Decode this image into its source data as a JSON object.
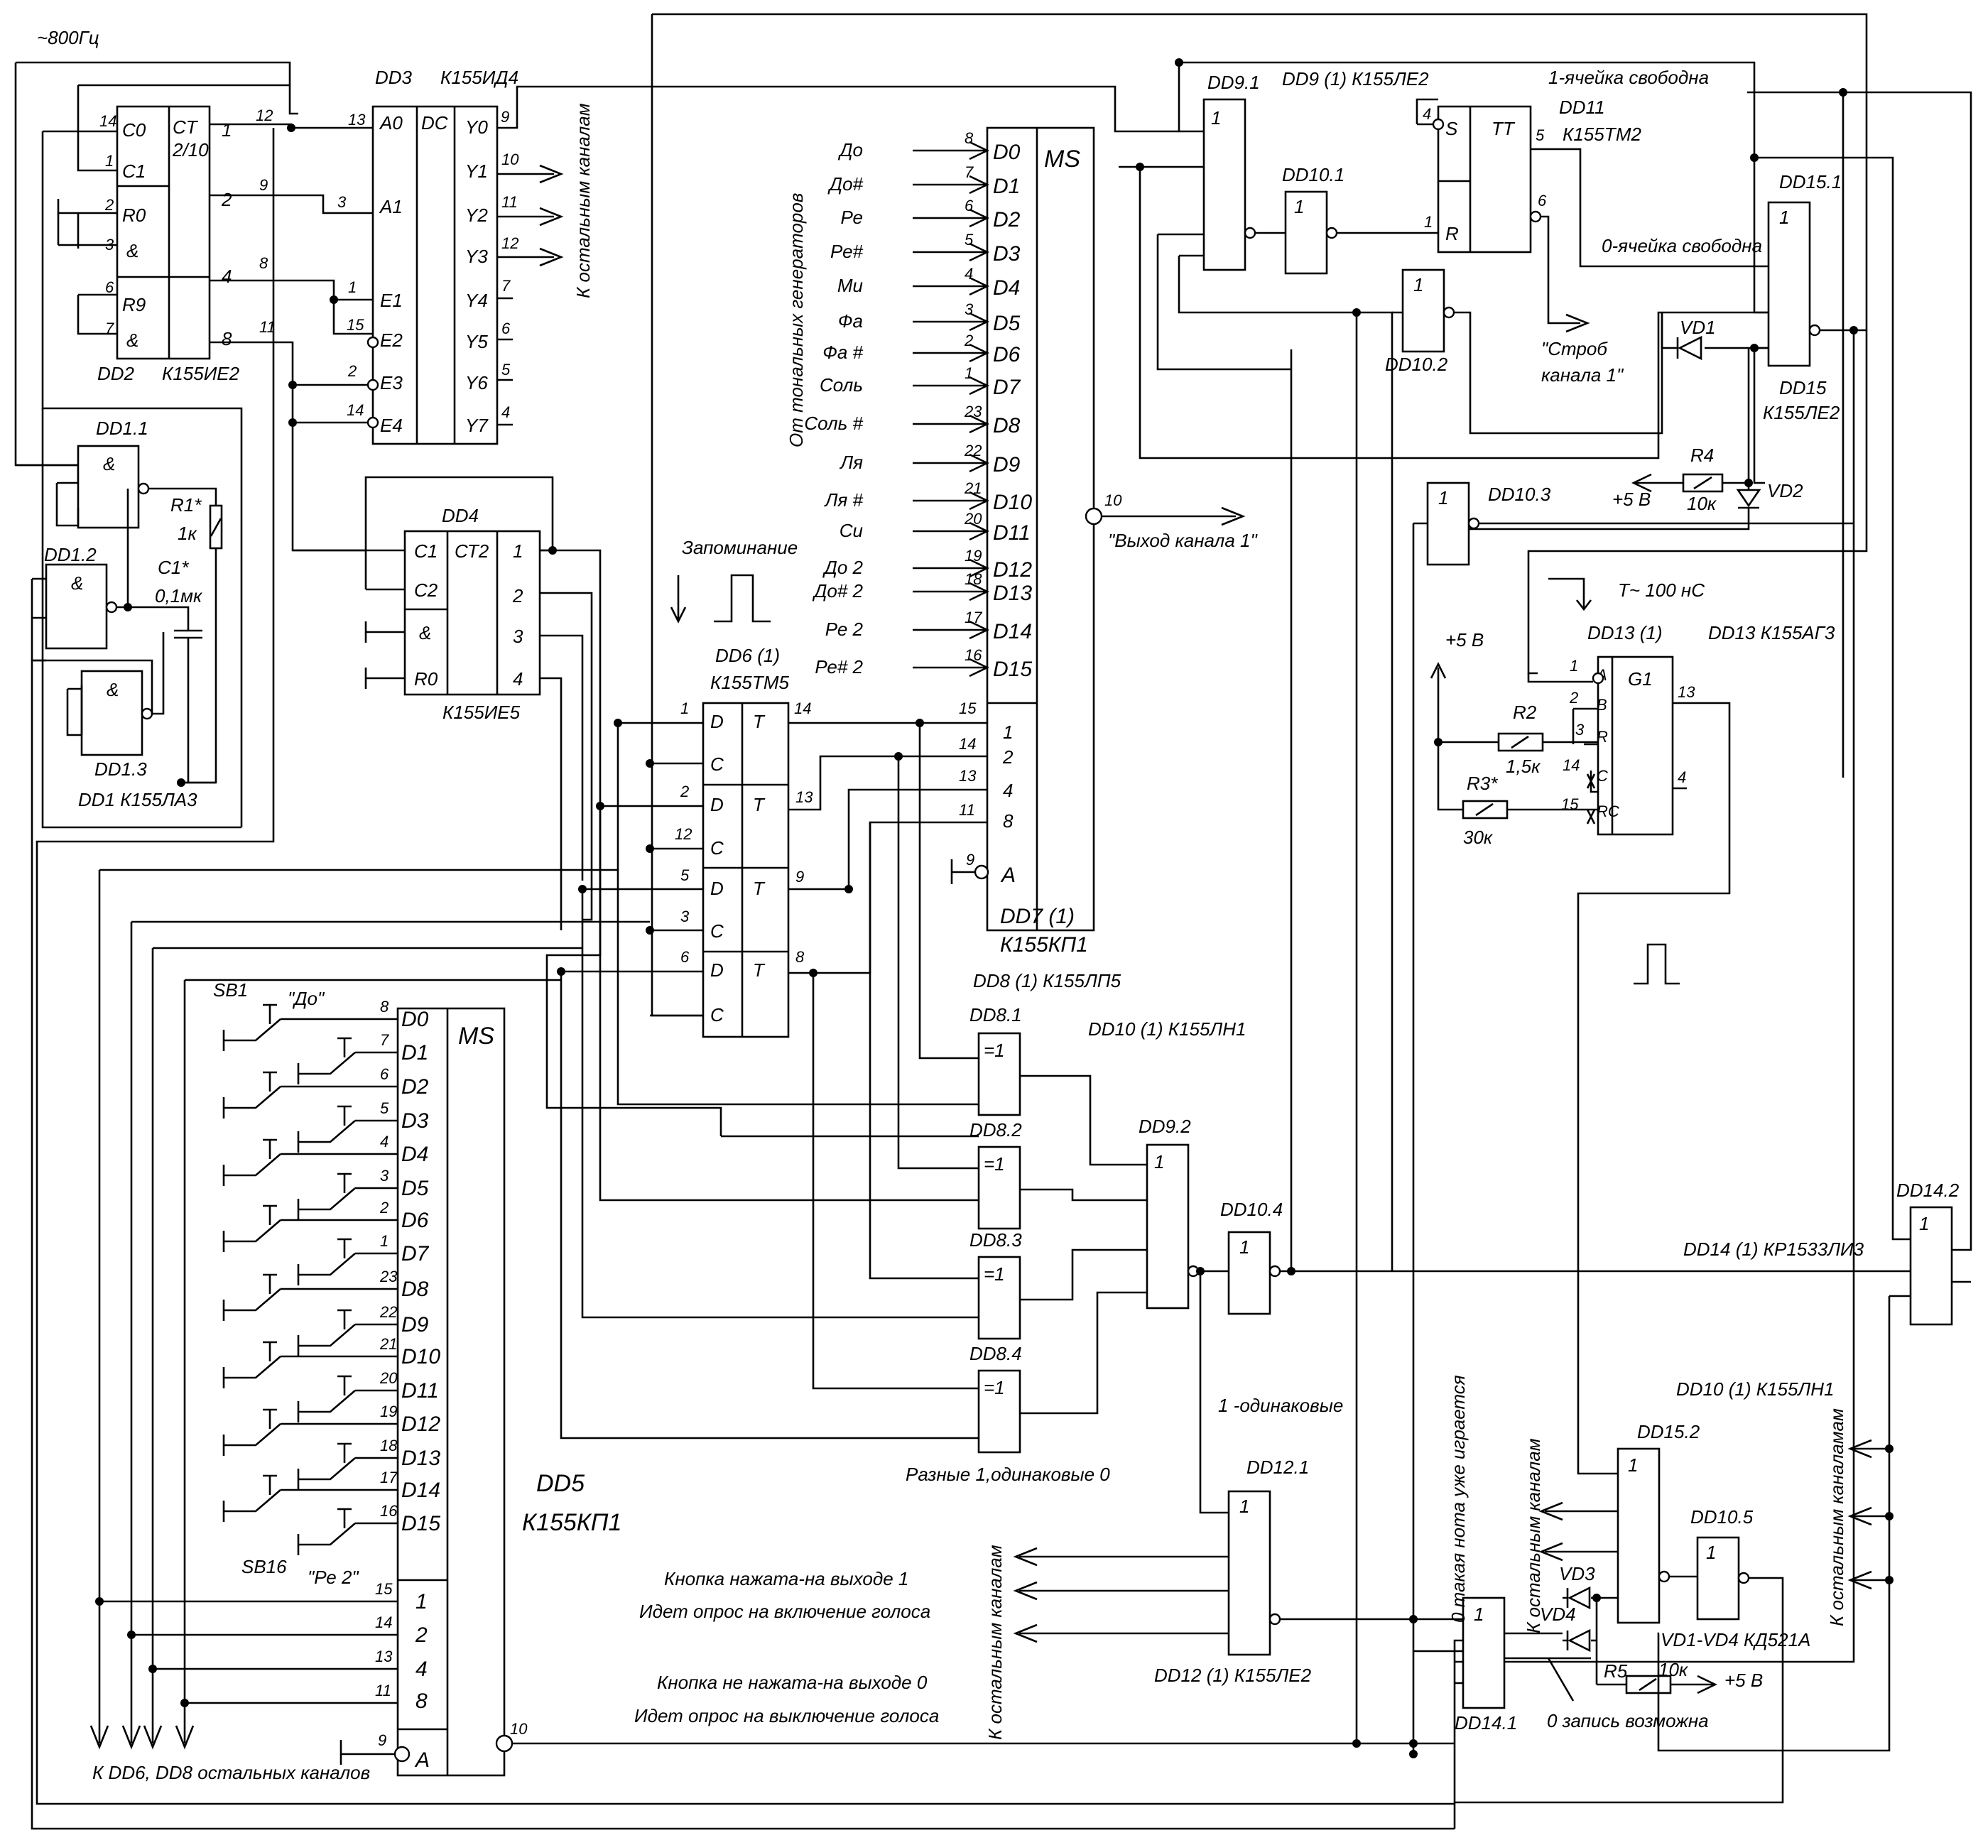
{
  "labels": {
    "freq": "~800Гц",
    "dd2_name": "DD2",
    "dd2_type": "К155ИЕ2",
    "ct210": "СТ\n2/10",
    "dd3_name": "DD3",
    "dd3_type": "К155ИД4",
    "dc": "DC",
    "to_other": "К остальным каналам",
    "dd4_name": "DD4",
    "dd4_type": "К155ИЕ5",
    "ct2": "СТ2",
    "dd1_1": "DD1.1",
    "dd1_2": "DD1.2",
    "dd1_3": "DD1.3",
    "dd1_type": "DD1 К155ЛА3",
    "r1": "R1*",
    "r1v": "1к",
    "c1": "C1*",
    "c1v": "0,1мк",
    "from_gen": "От тональных генераторов",
    "memo": "Запоминание",
    "dd6_name": "DD6 (1)",
    "dd6_type": "К155ТМ5",
    "dd7_name": "DD7 (1)",
    "dd7_type": "К155КП1",
    "ms": "MS",
    "out_ch1": "\"Выход канала 1\"",
    "dd8_type": "DD8 (1) К155ЛП5",
    "dd10_type": "DD10 (1) К155ЛН1",
    "dd9_1": "DD9.1",
    "dd9_type": "DD9 (1) К155ЛЕ2",
    "dd10_1": "DD10.1",
    "dd10_2": "DD10.2",
    "dd10_3": "DD10.3",
    "dd10_4": "DD10.4",
    "dd10_5": "DD10.5",
    "cell1": "1-ячейка свободна",
    "cell0": "0-ячейка свободна",
    "dd11": "DD11",
    "dd11_type": "К155ТМ2",
    "tt": "TT",
    "dd15_1": "DD15.1",
    "dd15": "DD15",
    "dd15_type": "К155ЛЕ2",
    "dd15_2": "DD15.2",
    "vd1": "VD1",
    "vd2": "VD2",
    "vd3": "VD3",
    "vd4": "VD4",
    "strobe1": "\"Строб",
    "strobe2": "канала 1\"",
    "r4": "R4",
    "r4v": "10к",
    "plus5": "+5 В",
    "t100": "T~ 100 нС",
    "dd13": "DD13 (1)",
    "dd13_type": "DD13 К155АГ3",
    "r2": "R2",
    "r2v": "1,5к",
    "r3": "R3*",
    "r3v": "30к",
    "g1": "G1",
    "dd9_2": "DD9.2",
    "dd14_2": "DD14.2",
    "dd14_type": "DD14 (1) КР1533ЛИ3",
    "dd14_1": "DD14.1",
    "same1": "1 -одинаковые",
    "diff": "Разные 1,одинаковые 0",
    "dd12_1": "DD12.1",
    "dd12_type": "DD12 (1) К155ЛЕ2",
    "dd5": "DD5",
    "dd5_type": "К155КП1",
    "sb1": "SB1",
    "sb1_note": "\"До\"",
    "sb16": "SB16",
    "sb16_note": "\"Ре 2\"",
    "note_press1": "Кнопка нажата-на выходе 1",
    "note_press2": "Идет опрос на включение голоса",
    "note_rel1": "Кнопка не нажата-на выходе 0",
    "note_rel2": "Идет опрос на выключение голоса",
    "to_dd6": "К DD6, DD8 остальных каналов",
    "already": "0 такая нота уже играется",
    "to_other2": "К остальным каналам",
    "to_other3": "К остальным каналамам",
    "vd_type": "VD1-VD4 КД521А",
    "r5": "R5",
    "r5v": "10к",
    "zero_write": "0 запись возможна"
  },
  "notes": [
    "До",
    "До#",
    "Ре",
    "Ре#",
    "Ми",
    "Фа",
    "Фа #",
    "Соль",
    "Соль #",
    "Ля",
    "Ля #",
    "Си",
    "До 2",
    "До# 2",
    "Ре 2",
    "Ре# 2"
  ],
  "dd7_pins": [
    "8",
    "7",
    "6",
    "5",
    "4",
    "3",
    "2",
    "1",
    "23",
    "22",
    "21",
    "20",
    "19",
    "18",
    "17",
    "16"
  ],
  "d_inputs": [
    "D0",
    "D1",
    "D2",
    "D3",
    "D4",
    "D5",
    "D6",
    "D7",
    "D8",
    "D9",
    "D10",
    "D11",
    "D12",
    "D13",
    "D14",
    "D15"
  ],
  "dd5_pins": [
    "8",
    "7",
    "6",
    "5",
    "4",
    "3",
    "2",
    "1",
    "23",
    "22",
    "21",
    "20",
    "19",
    "18",
    "17",
    "16"
  ]
}
